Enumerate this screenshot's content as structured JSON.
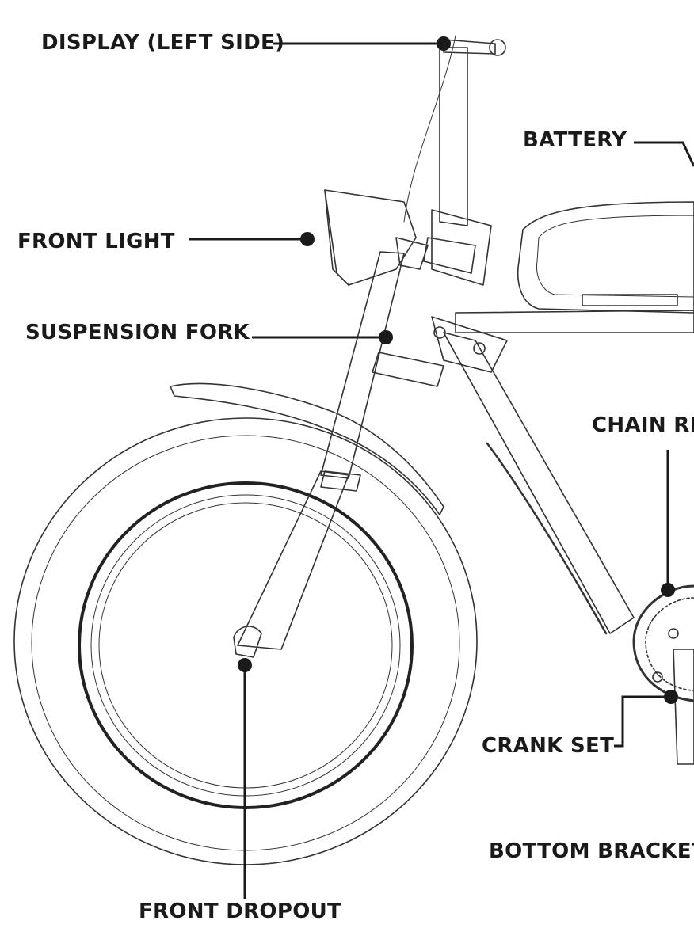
{
  "labels": {
    "display": "DISPLAY (LEFT SIDE)",
    "battery": "BATTERY",
    "front_light": "FRONT LIGHT",
    "suspension_fork": "SUSPENSION FORK",
    "chain_ring": "CHAIN RI",
    "crank_set": "CRANK SET",
    "bottom_bracket": "BOTTOM BRACKET",
    "front_dropout": "FRONT DROPOUT"
  },
  "colors": {
    "ink": "#1a1a1a",
    "line_art": "#333333",
    "background": "#ffffff"
  }
}
